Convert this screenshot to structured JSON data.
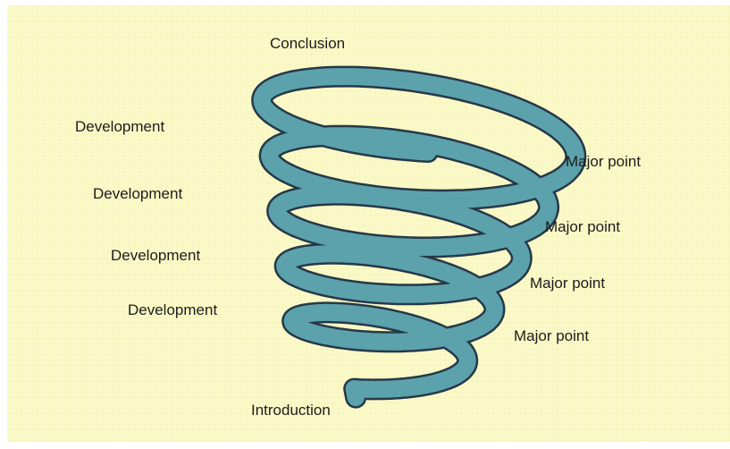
{
  "diagram": {
    "type": "spiral",
    "colors": {
      "background": "#fbf9c9",
      "grid": "#ecefa8",
      "coil": "#5ba2ac",
      "coil_outline": "#263848"
    },
    "labels": {
      "conclusion": "Conclusion",
      "introduction": "Introduction",
      "development": [
        "Development",
        "Development",
        "Development",
        "Development"
      ],
      "major_point": [
        "Major point",
        "Major point",
        "Major point",
        "Major point"
      ]
    }
  }
}
